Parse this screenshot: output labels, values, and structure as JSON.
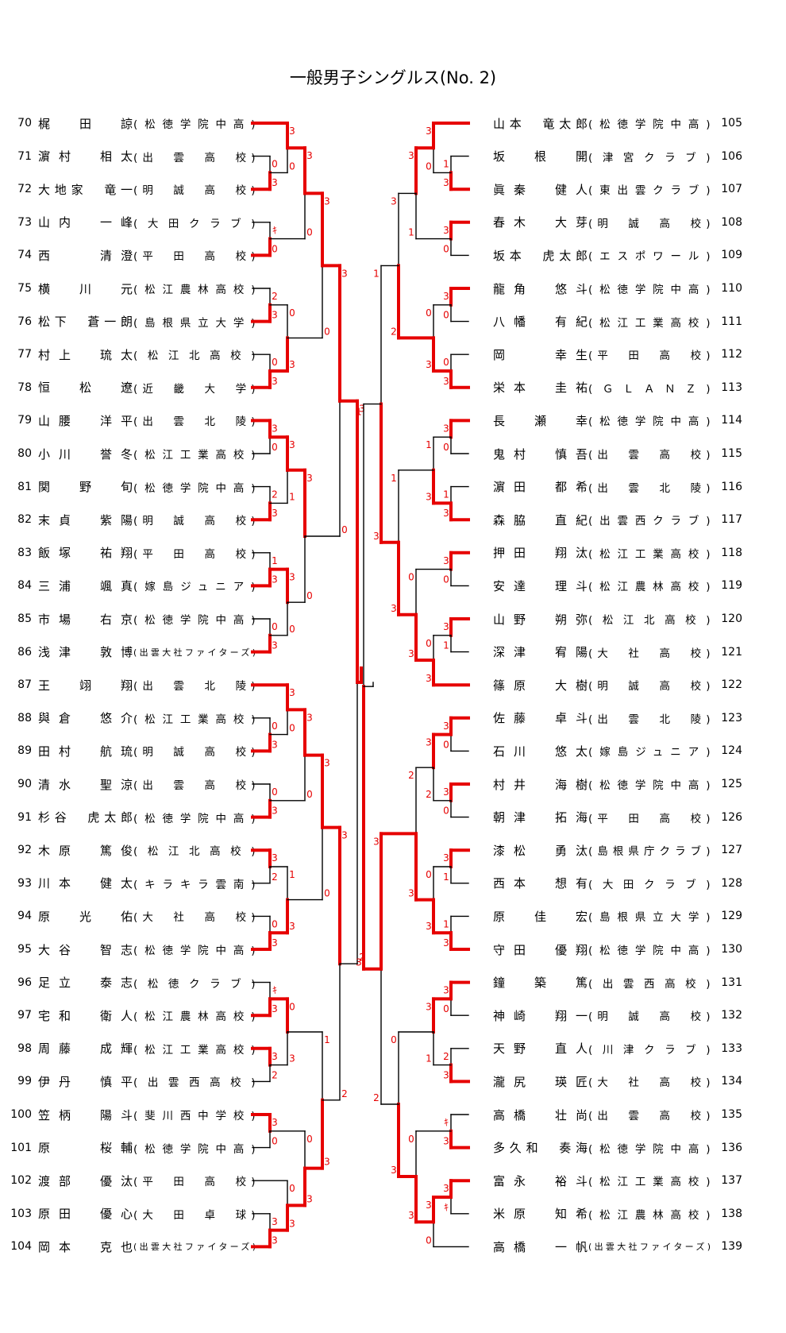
{
  "title": "一般男子シングルス(No. 2)",
  "colors": {
    "winner_line": "#e60000",
    "loser_line": "#000000",
    "score_text": "#e60000"
  },
  "left_players": [
    {
      "num": "70",
      "name": "梶　田　諒",
      "club": "(松徳学院中高)"
    },
    {
      "num": "71",
      "name": "濵村　相太",
      "club": "(出　雲　高　校)"
    },
    {
      "num": "72",
      "name": "大地家　竜一",
      "club": "(明　誠　高　校)"
    },
    {
      "num": "73",
      "name": "山内　一峰",
      "club": "(大田クラブ)"
    },
    {
      "num": "74",
      "name": "西　　清澄",
      "club": "(平　田　高　校)"
    },
    {
      "num": "75",
      "name": "横　川　元",
      "club": "(松江農林高校)"
    },
    {
      "num": "76",
      "name": "松下　蒼一朗",
      "club": "(島根県立大学)"
    },
    {
      "num": "77",
      "name": "村上　琉太",
      "club": "(松江北高校)"
    },
    {
      "num": "78",
      "name": "恒　松　遼",
      "club": "(近　畿　大　学)"
    },
    {
      "num": "79",
      "name": "山腰　洋平",
      "club": "(出　雲　北　陵)"
    },
    {
      "num": "80",
      "name": "小川　誉冬",
      "club": "(松江工業高校)"
    },
    {
      "num": "81",
      "name": "関　野　旬",
      "club": "(松徳学院中高)"
    },
    {
      "num": "82",
      "name": "末貞　紫陽",
      "club": "(明　誠　高　校)"
    },
    {
      "num": "83",
      "name": "飯塚　祐翔",
      "club": "(平　田　高　校)"
    },
    {
      "num": "84",
      "name": "三浦　颯真",
      "club": "(嫁島ジュニア)"
    },
    {
      "num": "85",
      "name": "市場　右京",
      "club": "(松徳学院中高)"
    },
    {
      "num": "86",
      "name": "浅津　敦博",
      "club": "(出雲大社ファイターズ)"
    },
    {
      "num": "87",
      "name": "王　翊　翔",
      "club": "(出　雲　北　陵)"
    },
    {
      "num": "88",
      "name": "與倉　悠介",
      "club": "(松江工業高校)"
    },
    {
      "num": "89",
      "name": "田村　航琉",
      "club": "(明　誠　高　校)"
    },
    {
      "num": "90",
      "name": "清水　聖涼",
      "club": "(出　雲　高　校)"
    },
    {
      "num": "91",
      "name": "杉谷　虎太郎",
      "club": "(松徳学院中高)"
    },
    {
      "num": "92",
      "name": "木原　篤俊",
      "club": "(松江北高校)"
    },
    {
      "num": "93",
      "name": "川本　健太",
      "club": "(キラキラ雲南)"
    },
    {
      "num": "94",
      "name": "原　光　佑",
      "club": "(大　社　高　校)"
    },
    {
      "num": "95",
      "name": "大谷　智志",
      "club": "(松徳学院中高)"
    },
    {
      "num": "96",
      "name": "足立　泰志",
      "club": "(松徳クラブ)"
    },
    {
      "num": "97",
      "name": "宅和　衛人",
      "club": "(松江農林高校)"
    },
    {
      "num": "98",
      "name": "周藤　成輝",
      "club": "(松江工業高校)"
    },
    {
      "num": "99",
      "name": "伊丹　慎平",
      "club": "(出雲西高校)"
    },
    {
      "num": "100",
      "name": "笠柄　陽斗",
      "club": "(斐川西中学校)"
    },
    {
      "num": "101",
      "name": "原　　桜輔",
      "club": "(松徳学院中高)"
    },
    {
      "num": "102",
      "name": "渡部　優汰",
      "club": "(平　田　高　校)"
    },
    {
      "num": "103",
      "name": "原田　優心",
      "club": "(大　田　卓　球)"
    },
    {
      "num": "104",
      "name": "岡本　克也",
      "club": "(出雲大社ファイターズ)"
    }
  ],
  "right_players": [
    {
      "num": "105",
      "name": "山本　竜太郎",
      "club": "(松徳学院中高)"
    },
    {
      "num": "106",
      "name": "坂　根　開",
      "club": "(津宮クラブ)"
    },
    {
      "num": "107",
      "name": "眞秦　健人",
      "club": "(東出雲クラブ)"
    },
    {
      "num": "108",
      "name": "春木　大芽",
      "club": "(明　誠　高　校)"
    },
    {
      "num": "109",
      "name": "坂本　虎太郎",
      "club": "(エスポワール)"
    },
    {
      "num": "110",
      "name": "龍角　悠斗",
      "club": "(松徳学院中高)"
    },
    {
      "num": "111",
      "name": "八幡　有紀",
      "club": "(松江工業高校)"
    },
    {
      "num": "112",
      "name": "岡　　幸生",
      "club": "(平　田　高　校)"
    },
    {
      "num": "113",
      "name": "栄本　圭祐",
      "club": "(ＧＬＡＮＺ)"
    },
    {
      "num": "114",
      "name": "長　瀬　幸",
      "club": "(松徳学院中高)"
    },
    {
      "num": "115",
      "name": "鬼村　慎吾",
      "club": "(出　雲　高　校)"
    },
    {
      "num": "116",
      "name": "濵田　都希",
      "club": "(出　雲　北　陵)"
    },
    {
      "num": "117",
      "name": "森脇　直紀",
      "club": "(出雲西クラブ)"
    },
    {
      "num": "118",
      "name": "押田　翔汰",
      "club": "(松江工業高校)"
    },
    {
      "num": "119",
      "name": "安達　理斗",
      "club": "(松江農林高校)"
    },
    {
      "num": "120",
      "name": "山野　朔弥",
      "club": "(松江北高校)"
    },
    {
      "num": "121",
      "name": "深津　宥陽",
      "club": "(大　社　高　校)"
    },
    {
      "num": "122",
      "name": "篠原　大樹",
      "club": "(明　誠　高　校)"
    },
    {
      "num": "123",
      "name": "佐藤　卓斗",
      "club": "(出　雲　北　陵)"
    },
    {
      "num": "124",
      "name": "石川　悠太",
      "club": "(嫁島ジュニア)"
    },
    {
      "num": "125",
      "name": "村井　海樹",
      "club": "(松徳学院中高)"
    },
    {
      "num": "126",
      "name": "朝津　拓海",
      "club": "(平　田　高　校)"
    },
    {
      "num": "127",
      "name": "漆松　勇汰",
      "club": "(島根県庁クラブ)"
    },
    {
      "num": "128",
      "name": "西本　想有",
      "club": "(大田クラブ)"
    },
    {
      "num": "129",
      "name": "原　佳　宏",
      "club": "(島根県立大学)"
    },
    {
      "num": "130",
      "name": "守田　優翔",
      "club": "(松徳学院中高)"
    },
    {
      "num": "131",
      "name": "鐘　築　篤",
      "club": "(出雲西高校)"
    },
    {
      "num": "132",
      "name": "神崎　翔一",
      "club": "(明　誠　高　校)"
    },
    {
      "num": "133",
      "name": "天野　直人",
      "club": "(川津クラブ)"
    },
    {
      "num": "134",
      "name": "瀧尻　瑛匠",
      "club": "(大　社　高　校)"
    },
    {
      "num": "135",
      "name": "高橋　壮尚",
      "club": "(出　雲　高　校)"
    },
    {
      "num": "136",
      "name": "多久和　奏海",
      "club": "(松徳学院中高)"
    },
    {
      "num": "137",
      "name": "富永　裕斗",
      "club": "(松江工業高校)"
    },
    {
      "num": "138",
      "name": "米原　知希",
      "club": "(松江農林高校)"
    },
    {
      "num": "139",
      "name": "高橋　一帆",
      "club": "(出雲大社ファイターズ)"
    }
  ]
}
